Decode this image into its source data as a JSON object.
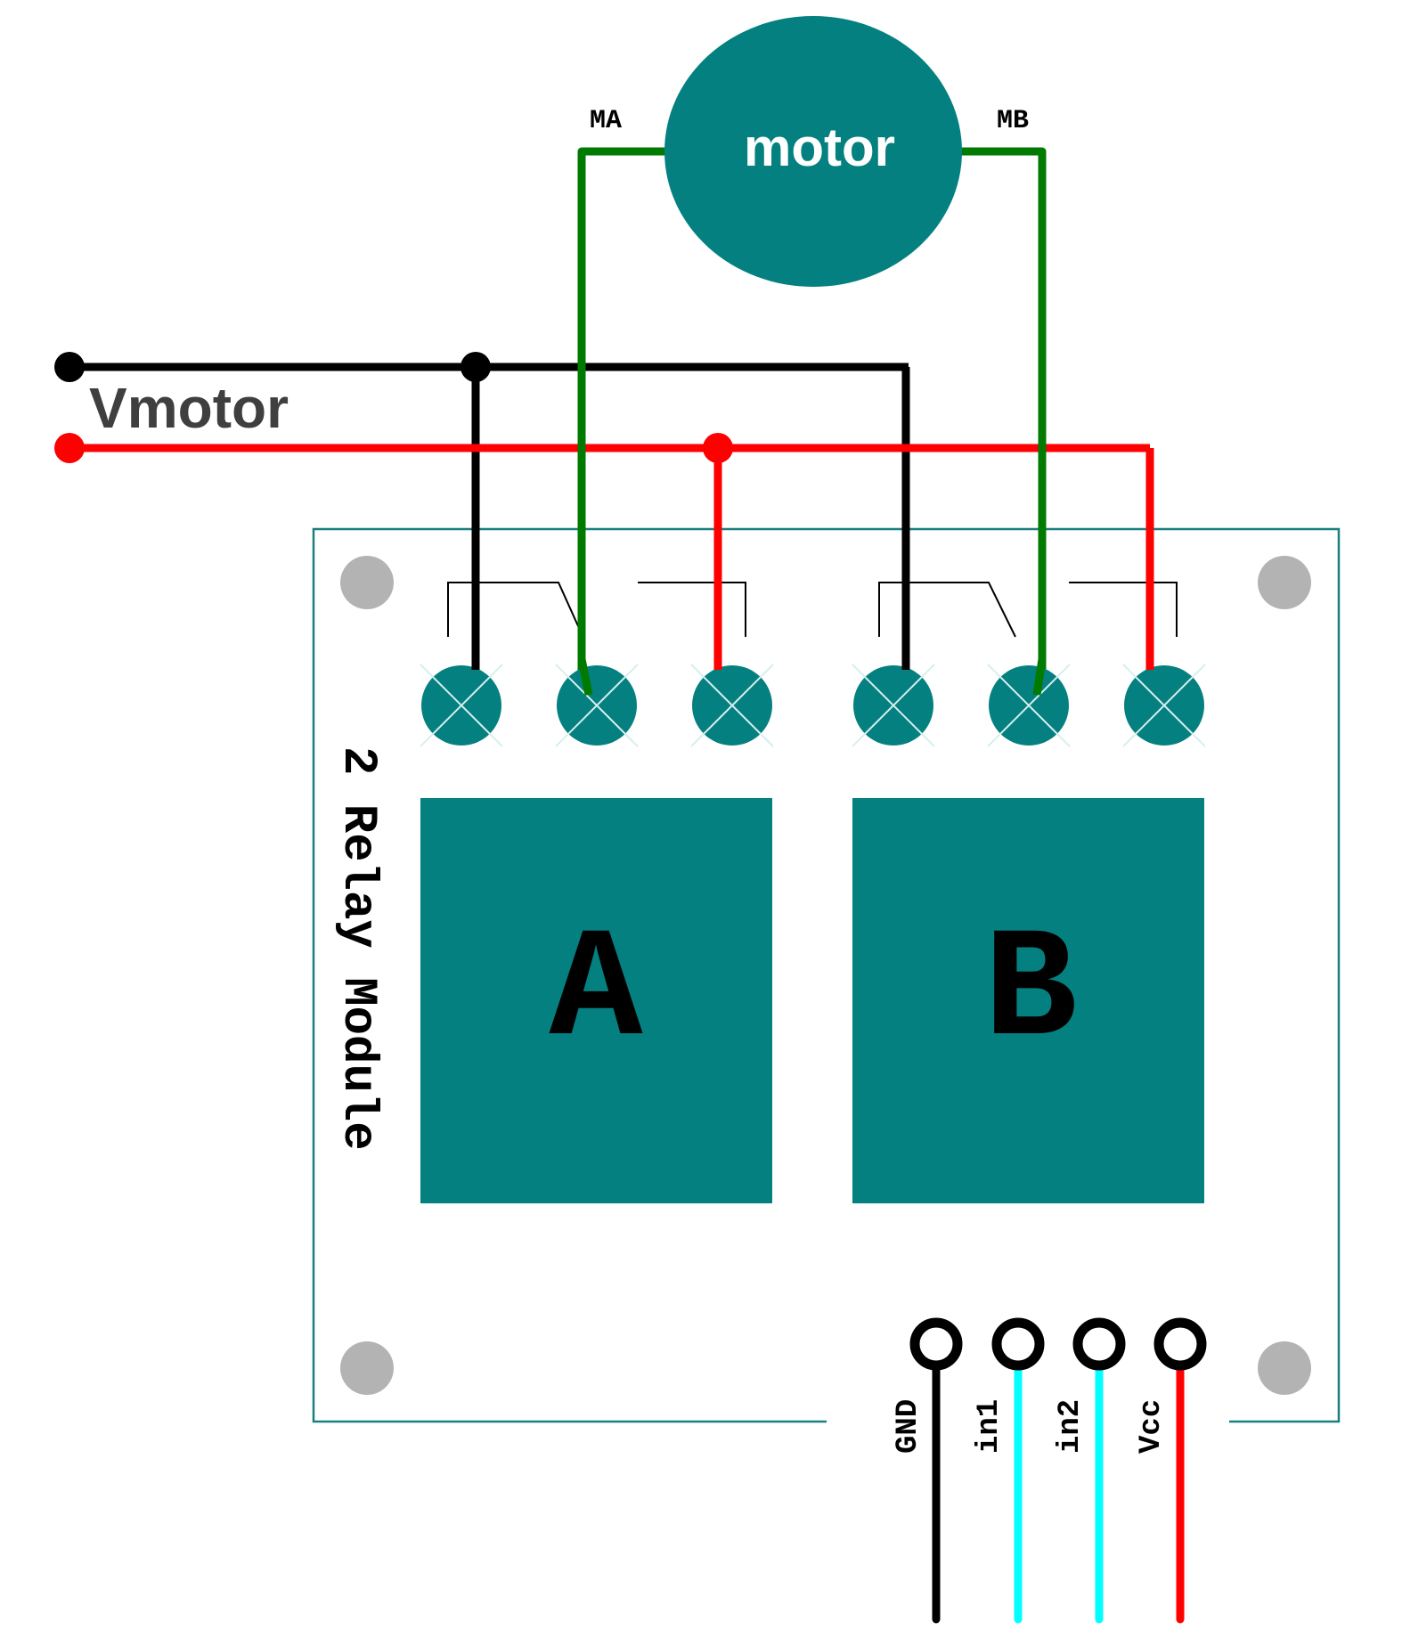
{
  "motor": {
    "label": "motor",
    "terminal_a": "MA",
    "terminal_b": "MB"
  },
  "supply": {
    "label": "Vmotor"
  },
  "module": {
    "title": "2 Relay Module",
    "relay_a": "A",
    "relay_b": "B",
    "pins": [
      "GND",
      "in1",
      "in2",
      "Vcc"
    ]
  },
  "colors": {
    "teal": "#048080",
    "board_outline": "#1a7f7f",
    "ground_wire": "#000000",
    "supply_wire": "#ff0000",
    "motor_wire": "#007a00",
    "signal_wire": "#00ffff",
    "mount_hole": "#b3b3b3"
  }
}
